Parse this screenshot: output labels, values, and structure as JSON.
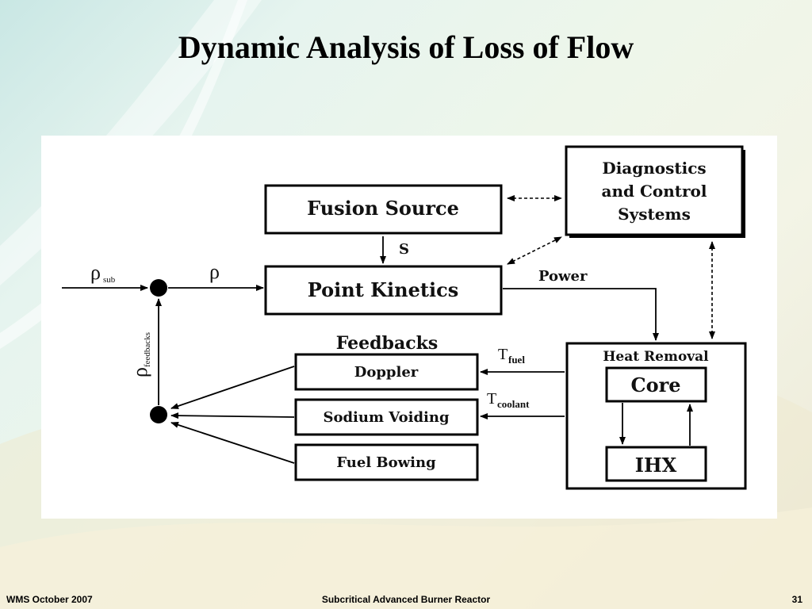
{
  "slide": {
    "title": "Dynamic Analysis of Loss of Flow"
  },
  "diagram": {
    "blocks": {
      "fusion_source": "Fusion Source",
      "point_kinetics": "Point Kinetics",
      "diagnostics_line1": "Diagnostics",
      "diagnostics_line2": "and Control",
      "diagnostics_line3": "Systems",
      "feedbacks_heading": "Feedbacks",
      "doppler": "Doppler",
      "sodium_voiding": "Sodium Voiding",
      "fuel_bowing": "Fuel Bowing",
      "heat_removal": "Heat Removal",
      "core": "Core",
      "ihx": "IHX"
    },
    "labels": {
      "s": "S",
      "power": "Power",
      "rho": "ρ",
      "rho_sub_main": "ρ",
      "rho_sub_sub": "sub",
      "rho_feedbacks_main": "ρ",
      "rho_feedbacks_sub": "feedbacks",
      "t_fuel_main": "T",
      "t_fuel_sub": "fuel",
      "t_coolant_main": "T",
      "t_coolant_sub": "coolant"
    }
  },
  "footer": {
    "left": "WMS October 2007",
    "center": "Subcritical Advanced Burner Reactor",
    "right": "31"
  }
}
